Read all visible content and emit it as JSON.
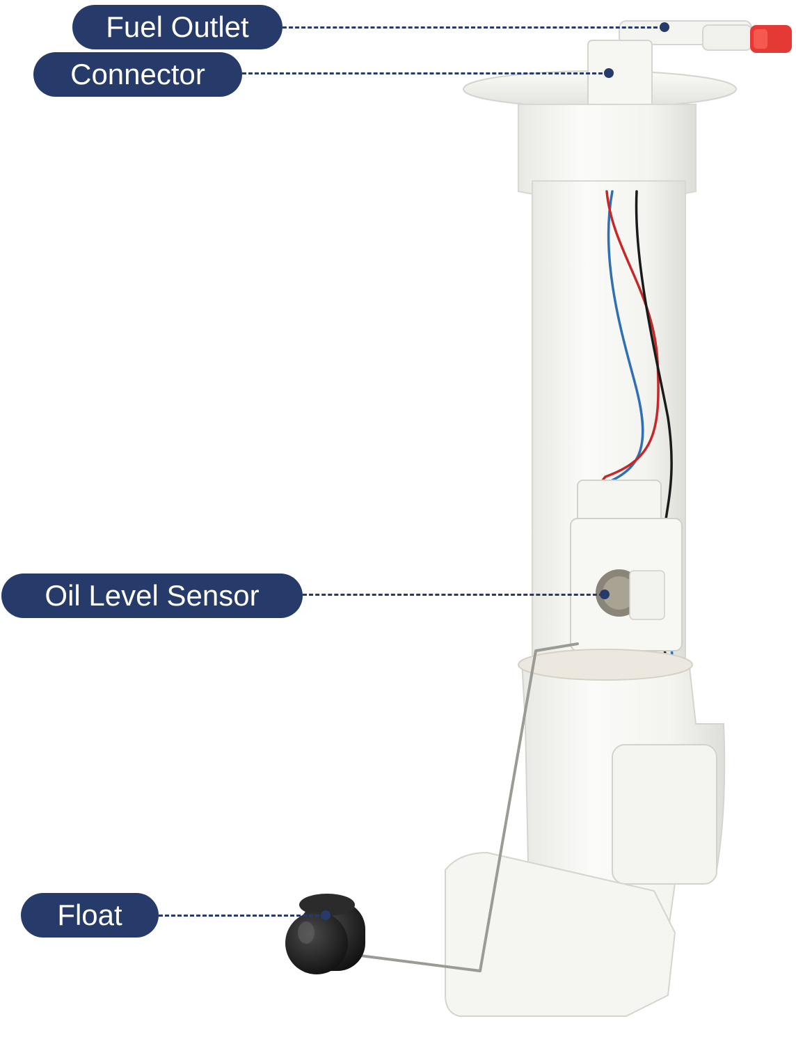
{
  "callouts": {
    "fuel_outlet": "Fuel Outlet",
    "connector": "Connector",
    "oil_level_sensor": "Oil Level Sensor",
    "float": "Float"
  },
  "colors": {
    "label_background": "#263b6a",
    "label_text": "#ffffff",
    "plastic_body": "#f1f1ee",
    "wire_red": "#c62828",
    "wire_blue": "#2f6fb3",
    "wire_black": "#1a1a1a",
    "outlet_cap": "#e53935",
    "float_body": "#1f1f1f"
  }
}
